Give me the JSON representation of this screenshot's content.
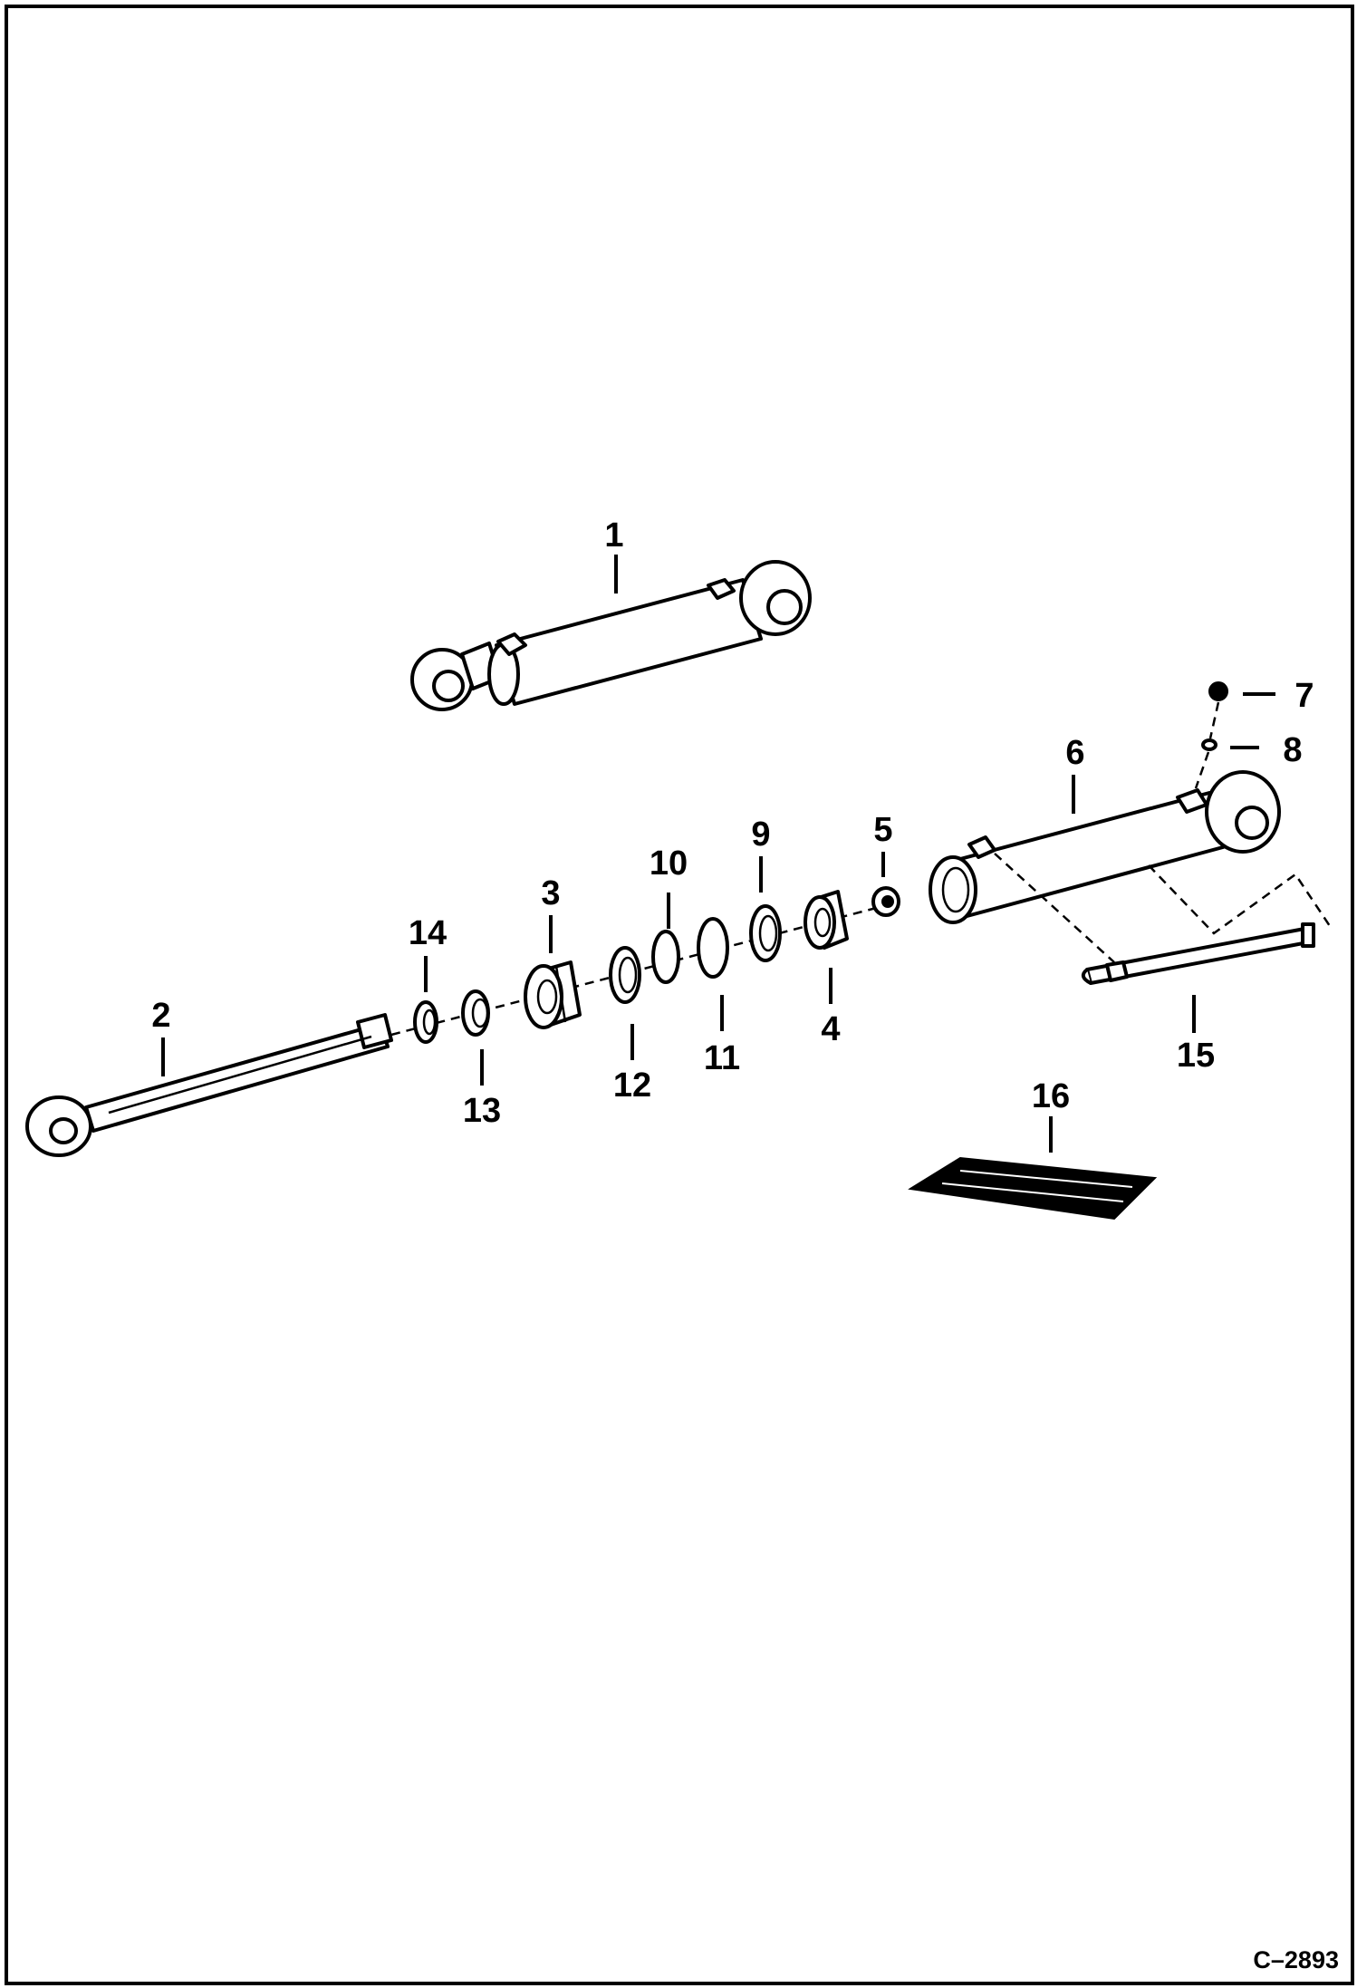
{
  "diagram": {
    "callouts": [
      {
        "id": "1",
        "label": "1"
      },
      {
        "id": "2",
        "label": "2"
      },
      {
        "id": "3",
        "label": "3"
      },
      {
        "id": "4",
        "label": "4"
      },
      {
        "id": "5",
        "label": "5"
      },
      {
        "id": "6",
        "label": "6"
      },
      {
        "id": "7",
        "label": "7"
      },
      {
        "id": "8",
        "label": "8"
      },
      {
        "id": "9",
        "label": "9"
      },
      {
        "id": "10",
        "label": "10"
      },
      {
        "id": "11",
        "label": "11"
      },
      {
        "id": "12",
        "label": "12"
      },
      {
        "id": "13",
        "label": "13"
      },
      {
        "id": "14",
        "label": "14"
      },
      {
        "id": "15",
        "label": "15"
      },
      {
        "id": "16",
        "label": "16"
      }
    ],
    "figure_ref": "C–2893"
  }
}
